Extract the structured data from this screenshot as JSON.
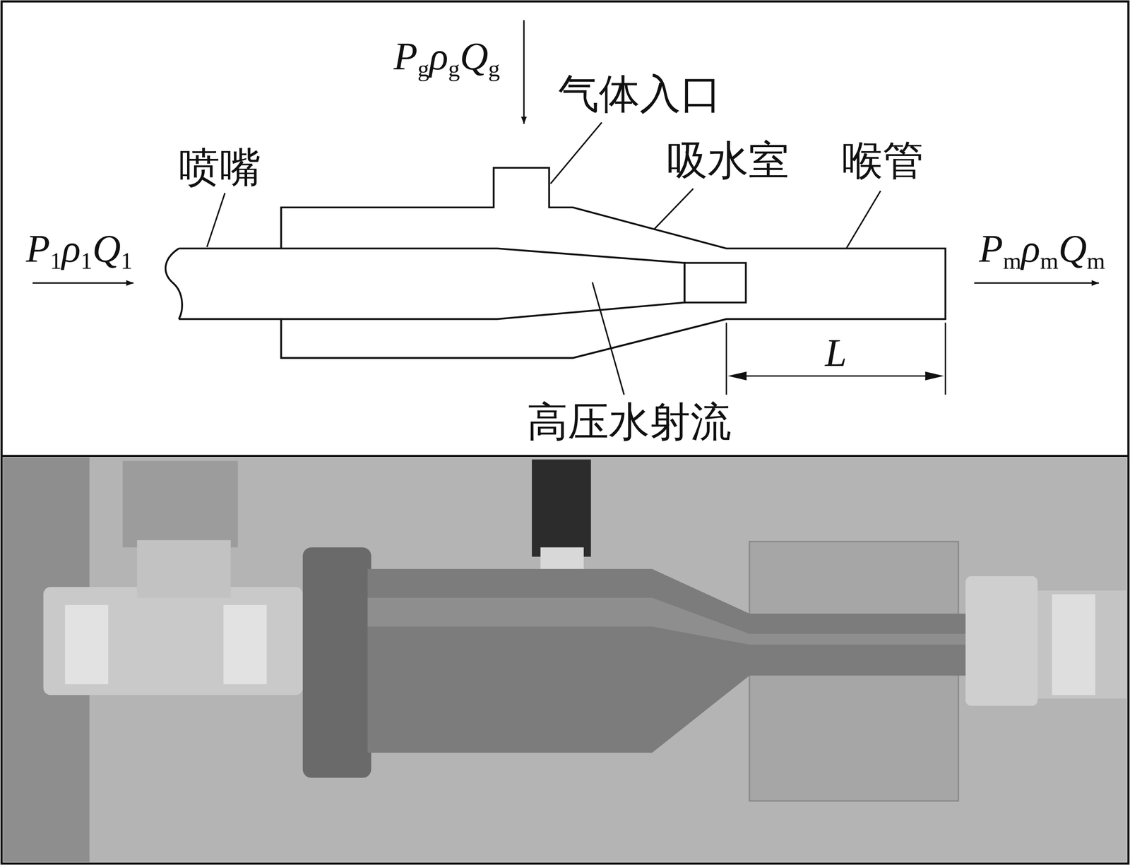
{
  "diagram": {
    "labels": [
      "PgρgQg",
      "气体入口",
      "喷嘴",
      "吸水室",
      "喉管",
      "P1ρ1Q1",
      "PmρmQm",
      "L",
      "高压水射流"
    ]
  }
}
